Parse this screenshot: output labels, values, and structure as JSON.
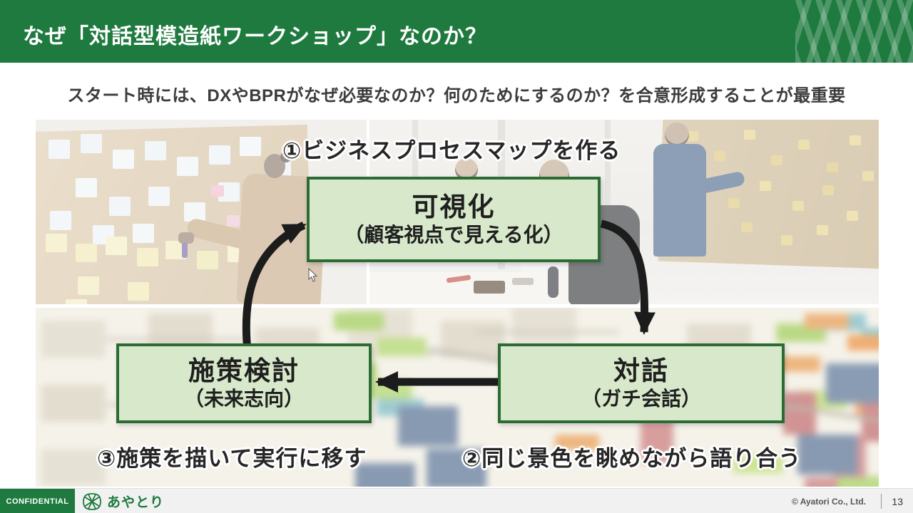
{
  "header": {
    "title": "なぜ「対話型模造紙ワークショップ」なのか？"
  },
  "lead": {
    "text": "スタート時には、DXやBPRがなぜ必要なのか？何のためにするのか？を合意形成することが最重要"
  },
  "diagram": {
    "step_labels": {
      "step1": "①ビジネスプロセスマップを作る",
      "step2": "②同じ景色を眺めながら語り合う",
      "step3": "③施策を描いて実行に移す"
    },
    "boxes": {
      "visualization": {
        "title": "可視化",
        "subtitle": "（顧客視点で見える化）"
      },
      "dialogue": {
        "title": "対話",
        "subtitle": "（ガチ会話）"
      },
      "measures": {
        "title": "施策検討",
        "subtitle": "（未来志向）"
      }
    }
  },
  "footer": {
    "confidential": "CONFIDENTIAL",
    "logo_text": "あやとり",
    "copyright": "© Ayatori Co., Ltd.",
    "page_number": "13"
  },
  "colors": {
    "brand_green": "#1e7a3e",
    "box_fill": "#d8e9cb",
    "box_border": "#2d6b35",
    "arrow_black": "#1c1c1c",
    "footer_bg": "#f1f1f1",
    "lead_text": "#3c3c3c"
  }
}
